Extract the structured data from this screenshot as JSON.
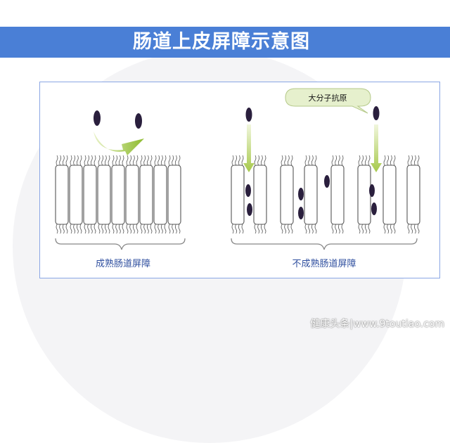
{
  "page": {
    "title": "肠道上皮屏障示意图"
  },
  "diagram": {
    "left_label": "成熟肠道屏障",
    "right_label": "不成熟肠道屏障",
    "antigen_label": "大分子抗原",
    "colors": {
      "title_bar": "#4a7fd6",
      "panel_border": "#8aa6e4",
      "cell_outline": "#555555",
      "antigen": "#2a1f3d",
      "arrow_green": "#a6c94a",
      "label_text": "#2f4f9f"
    }
  },
  "watermark": {
    "text": "健康头条|www.9toutiao.com"
  }
}
